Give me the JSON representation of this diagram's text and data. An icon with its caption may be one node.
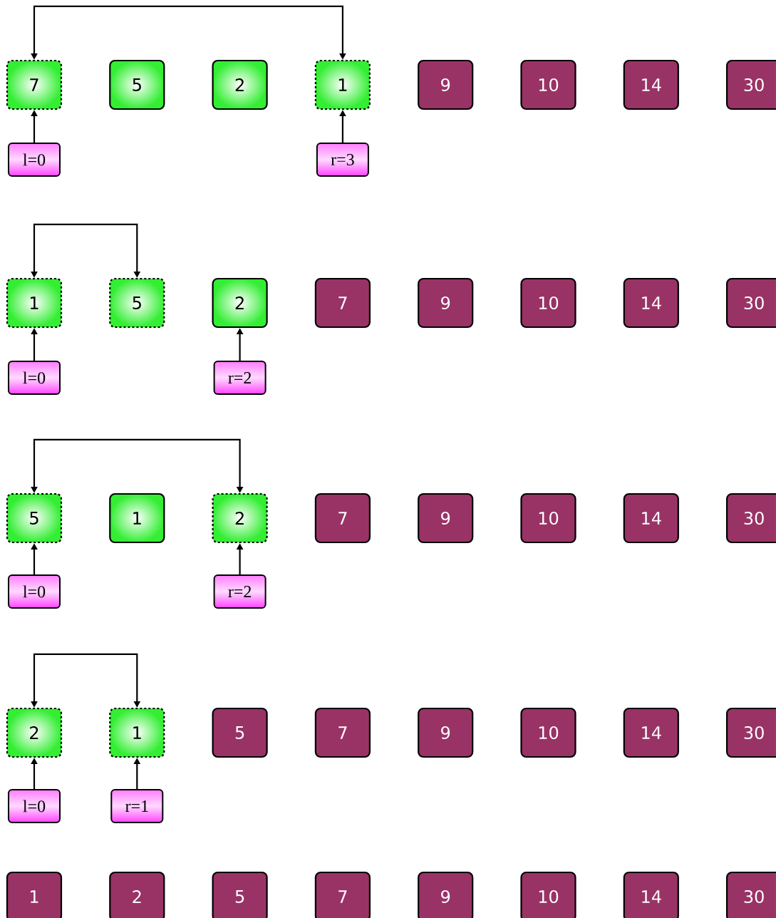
{
  "diagram": {
    "nodes": [
      {
        "text": [
          "7"
        ]
      },
      {
        "text": [
          "5"
        ]
      },
      {
        "text": [
          "2"
        ]
      },
      {
        "text": [
          "1"
        ]
      },
      {
        "text": [
          "9"
        ]
      },
      {
        "text": [
          "10"
        ]
      },
      {
        "text": [
          "14"
        ]
      },
      {
        "text": [
          "30"
        ]
      },
      {
        "text": [
          "l=0"
        ]
      },
      {
        "text": [
          "r=3"
        ]
      },
      {
        "text": [
          "1"
        ]
      },
      {
        "text": [
          "5"
        ]
      },
      {
        "text": [
          "2"
        ]
      },
      {
        "text": [
          "7"
        ]
      },
      {
        "text": [
          "9"
        ]
      },
      {
        "text": [
          "10"
        ]
      },
      {
        "text": [
          "14"
        ]
      },
      {
        "text": [
          "30"
        ]
      },
      {
        "text": [
          "l=0"
        ]
      },
      {
        "text": [
          "r=2"
        ]
      },
      {
        "text": [
          "5"
        ]
      },
      {
        "text": [
          "1"
        ]
      },
      {
        "text": [
          "2"
        ]
      },
      {
        "text": [
          "7"
        ]
      },
      {
        "text": [
          "9"
        ]
      },
      {
        "text": [
          "10"
        ]
      },
      {
        "text": [
          "14"
        ]
      },
      {
        "text": [
          "30"
        ]
      },
      {
        "text": [
          "l=0"
        ]
      },
      {
        "text": [
          "r=2"
        ]
      },
      {
        "text": [
          "2"
        ]
      },
      {
        "text": [
          "1"
        ]
      },
      {
        "text": [
          "5"
        ]
      },
      {
        "text": [
          "7"
        ]
      },
      {
        "text": [
          "9"
        ]
      },
      {
        "text": [
          "10"
        ]
      },
      {
        "text": [
          "14"
        ]
      },
      {
        "text": [
          "30"
        ]
      },
      {
        "text": [
          "l=0"
        ]
      },
      {
        "text": [
          "r=1"
        ]
      },
      {
        "text": [
          "1"
        ]
      },
      {
        "text": [
          "2"
        ]
      },
      {
        "text": [
          "5"
        ]
      },
      {
        "text": [
          "7"
        ]
      },
      {
        "text": [
          "9"
        ]
      },
      {
        "text": [
          "10"
        ]
      },
      {
        "text": [
          "14"
        ]
      },
      {
        "text": [
          "30"
        ]
      }
    ],
    "edges": [
      {
        "from": 0,
        "to": 3,
        "arrow": "both"
      },
      {
        "from": 8,
        "to": 0,
        "arrow": "to"
      },
      {
        "from": 9,
        "to": 3,
        "arrow": "to"
      },
      {
        "from": 10,
        "to": 11,
        "arrow": "both"
      },
      {
        "from": 18,
        "to": 10,
        "arrow": "to"
      },
      {
        "from": 19,
        "to": 12,
        "arrow": "to"
      },
      {
        "from": 20,
        "to": 22,
        "arrow": "both"
      },
      {
        "from": 28,
        "to": 20,
        "arrow": "to"
      },
      {
        "from": 29,
        "to": 22,
        "arrow": "to"
      },
      {
        "from": 30,
        "to": 31,
        "arrow": "both"
      },
      {
        "from": 38,
        "to": 30,
        "arrow": "to"
      },
      {
        "from": 39,
        "to": 31,
        "arrow": "to"
      }
    ]
  }
}
